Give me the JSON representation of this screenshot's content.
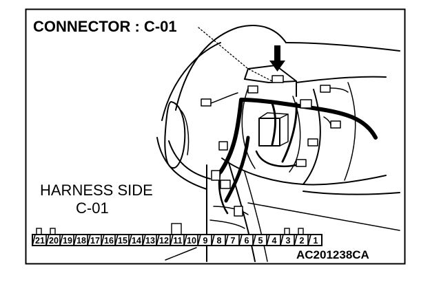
{
  "title": "CONNECTOR : C-01",
  "harness_label": {
    "line1": "HARNESS SIDE",
    "line2": "C-01"
  },
  "figure_code": "AC201238CA",
  "connector": {
    "pins": [
      "21",
      "20",
      "19",
      "18",
      "17",
      "16",
      "15",
      "14",
      "13",
      "12",
      "11",
      "10",
      "9",
      "8",
      "7",
      "6",
      "5",
      "4",
      "3",
      "2",
      "1"
    ],
    "tabs_top": [
      "21",
      "20",
      "11",
      "3",
      "2"
    ]
  }
}
